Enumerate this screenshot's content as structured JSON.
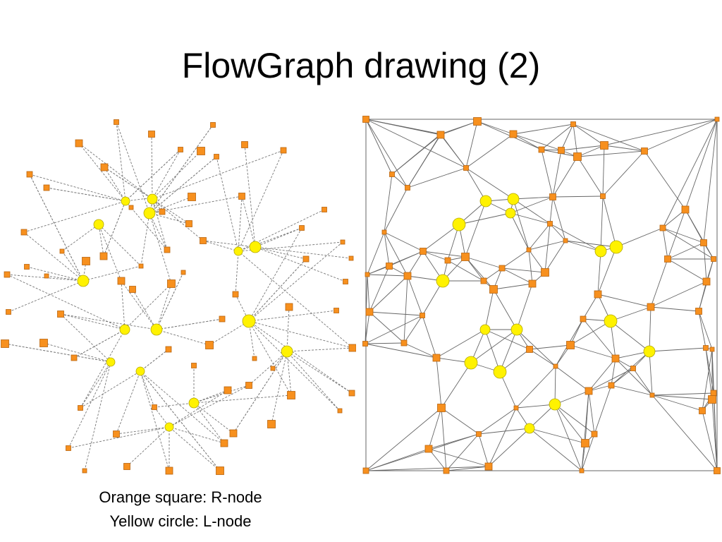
{
  "slide": {
    "title": "FlowGraph drawing (2)"
  },
  "legend": {
    "line1": "Orange square: R-node",
    "line2": "Yellow circle: L-node"
  },
  "colors": {
    "r_node_fill": "#F7901E",
    "r_node_stroke": "#B8650F",
    "l_node_fill": "#FFF200",
    "l_node_stroke": "#B5A800",
    "edge": "#777777",
    "mesh_edge": "#666666"
  },
  "left_graph": {
    "layout": "force-directed",
    "edge_style": "dashed"
  },
  "right_graph": {
    "layout": "triangulated",
    "edge_style": "solid",
    "boundary": "square"
  }
}
